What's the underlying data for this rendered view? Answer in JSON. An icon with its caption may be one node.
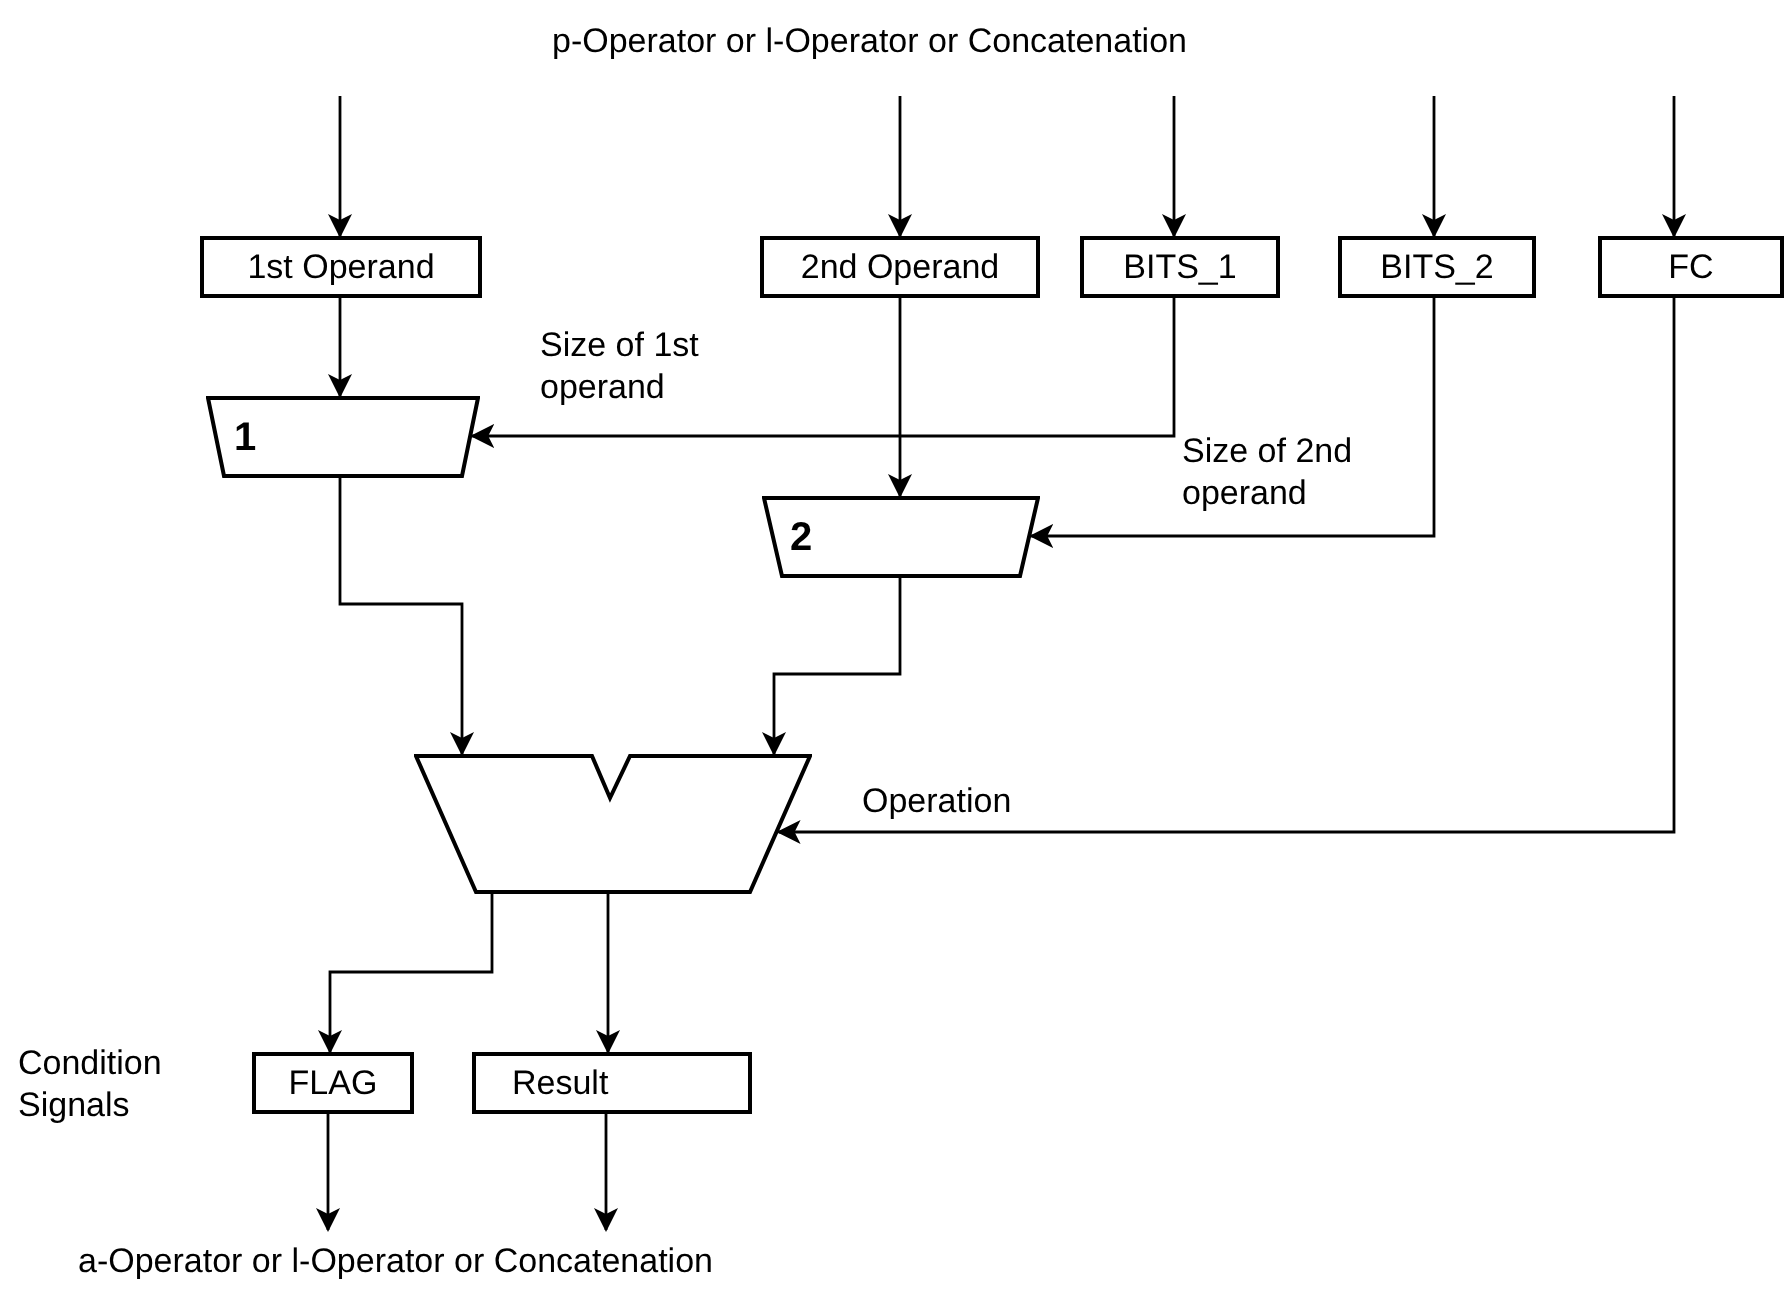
{
  "diagram": {
    "nodes": [
      {
        "text": [
          "1st Operand"
        ]
      },
      {
        "text": [
          "2nd Operand"
        ]
      },
      {
        "text": [
          "BITS_1"
        ]
      },
      {
        "text": [
          "BITS_2"
        ]
      },
      {
        "text": [
          "FC"
        ]
      },
      {
        "text": [
          "1"
        ]
      },
      {
        "text": [
          "2"
        ]
      },
      {
        "text": [],
        "shape": "trapezoid"
      },
      {
        "text": [
          "FLAG"
        ],
        "beside": [
          "Condition Signals"
        ]
      },
      {
        "text": [
          "Result"
        ]
      },
      {
        "text": [
          "a-Operator or l-Operator or Concatenation"
        ]
      }
    ],
    "edges": [
      {
        "from": null,
        "to": 0,
        "arrow": "to"
      },
      {
        "from": null,
        "to": 1,
        "arrow": "to"
      },
      {
        "from": null,
        "to": 2,
        "arrow": "to"
      },
      {
        "from": null,
        "to": 3,
        "arrow": "to"
      },
      {
        "from": null,
        "to": 4,
        "arrow": "to"
      },
      {
        "from": 0,
        "to": 5,
        "arrow": "to"
      },
      {
        "from": 2,
        "to": 5,
        "arrow": "to",
        "label": "Size of 1st operand"
      },
      {
        "from": 1,
        "to": 6,
        "arrow": "to"
      },
      {
        "from": 3,
        "to": 6,
        "arrow": "to",
        "label": "Size of 2nd operand"
      },
      {
        "from": 5,
        "to": 7,
        "arrow": "to"
      },
      {
        "from": 6,
        "to": 7,
        "arrow": "to"
      },
      {
        "from": 4,
        "to": 7,
        "arrow": "to",
        "label": "Operation"
      },
      {
        "from": 7,
        "to": 8,
        "arrow": "to"
      },
      {
        "from": 7,
        "to": 9,
        "arrow": "to"
      },
      {
        "from": 8,
        "to": 10,
        "arrow": "to"
      },
      {
        "from": 9,
        "to": 10,
        "arrow": "to"
      }
    ],
    "labels": [
      "p-Operator or l-Operator or Concatenation"
    ]
  }
}
